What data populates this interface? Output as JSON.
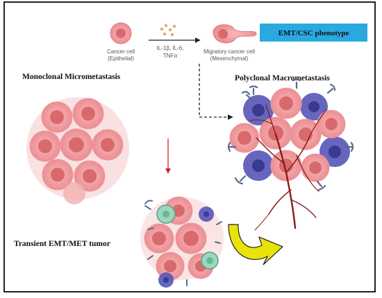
{
  "phenotype_badge": {
    "label": "EMT/CSC phenotype",
    "color": "#29a9e0"
  },
  "top_row": {
    "cancer_cell_line1": "Cancer cell",
    "cancer_cell_line2": "(Epithelial)",
    "cytokines_line1": "IL-1β, IL-6,",
    "cytokines_line2": "TNFα",
    "migratory_line1": "Migratory cancer cell",
    "migratory_line2": "(Mesenchymal)"
  },
  "headings": {
    "monoclonal": "Monoclonal Micrometastasis",
    "polyclonal": "Polyclonal Macrometastasis",
    "transient": "Transient EMT/MET tumor"
  },
  "colors": {
    "cancer_cell": "#f2a6a6",
    "cancer_nucleus": "#d86a6e",
    "mesenchymal_cell": "#5555b8",
    "immune_cell": "#9ad7bd",
    "receptor": "#5a6b8a",
    "vessel": "#8b1a1a",
    "transition_arrow": "#e8e40a",
    "down_arrow": "#d42020"
  }
}
